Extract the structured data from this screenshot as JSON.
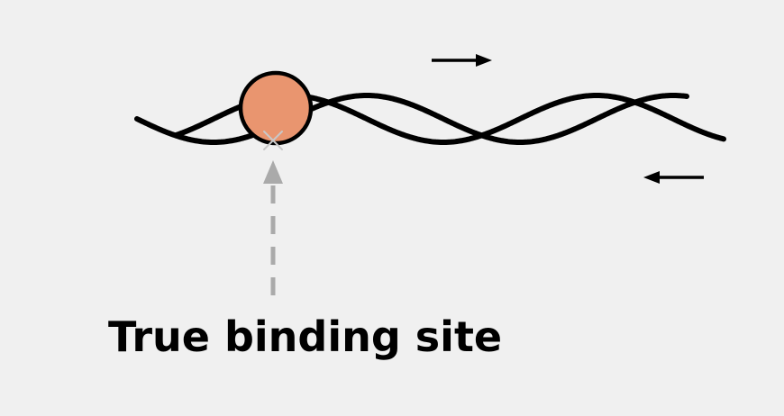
{
  "diagram": {
    "label": "True binding site",
    "protein_color": "#e9956f",
    "strand_color": "#000000",
    "pointer_color": "#aaaaaa",
    "arrows": [
      {
        "name": "forward-strand-arrow",
        "direction": "right"
      },
      {
        "name": "reverse-strand-arrow",
        "direction": "left"
      }
    ]
  }
}
